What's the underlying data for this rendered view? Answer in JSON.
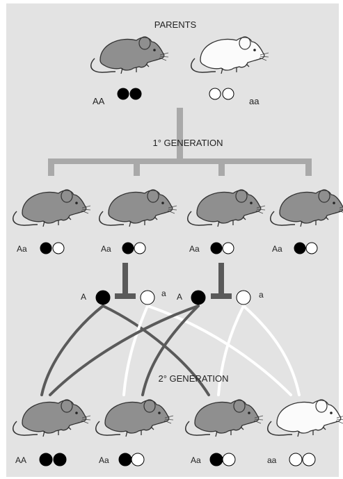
{
  "labels": {
    "parents": "PARENTS",
    "gen1": "1° GENERATION",
    "gen2": "2° GENERATION",
    "parent_left_genotype": "AA",
    "parent_right_genotype": "aa",
    "gen1_genotypes": [
      "Aa",
      "Aa",
      "Aa",
      "Aa"
    ],
    "gamete_alleles": [
      "A",
      "a",
      "A",
      "a"
    ],
    "gen2_genotypes": [
      "AA",
      "Aa",
      "Aa",
      "aa"
    ]
  },
  "colors": {
    "background": "#e3e3e3",
    "grey_mouse": "#8f8f8f",
    "white_mouse": "#fbfbfb",
    "bracket": "#a9a9a9",
    "cross_line_dark": "#5a5a5a",
    "cross_line_light": "#ffffff",
    "dominant_allele": "#000000",
    "recessive_allele": "#ffffff"
  },
  "icons": [
    "mouse-icon",
    "allele-circle-icon"
  ]
}
